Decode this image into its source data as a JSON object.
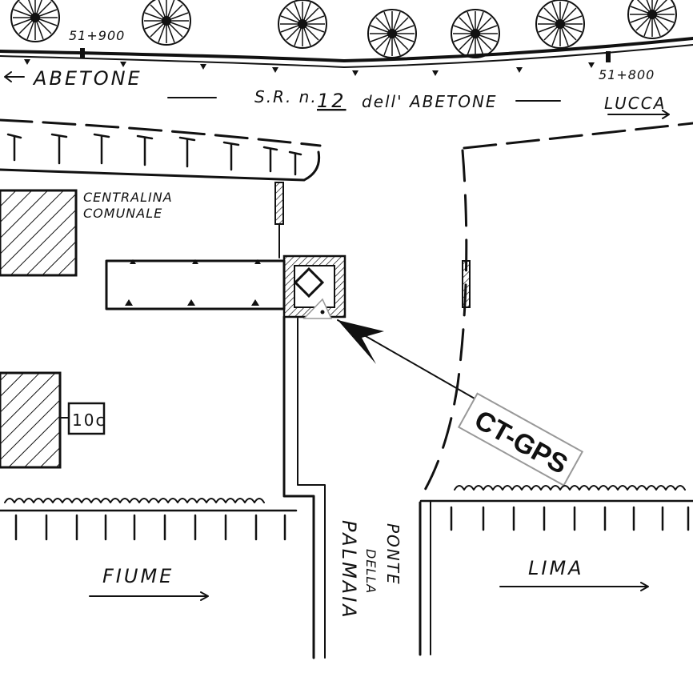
{
  "road": {
    "name_prefix": "S.R. n.",
    "name_number": "12",
    "name_suffix": "dell' ABETONE",
    "direction_west": "ABETONE",
    "direction_east": "LUCCA",
    "milestone_west": "51+900",
    "milestone_east": "51+800"
  },
  "buildings": {
    "centralina_line1": "CENTRALINA",
    "centralina_line2": "COMUNALE",
    "box_label": "10c"
  },
  "bridge": {
    "line1": "PONTE",
    "line2": "DELLA",
    "line3": "PALMAIA"
  },
  "rivers": {
    "left": "FIUME",
    "right": "LIMA"
  },
  "station": {
    "label": "CT-GPS"
  },
  "icons": {
    "tree": "tree-canopy-icon",
    "arrow": "arrow-right-icon",
    "marker": "triangle-marker-icon"
  }
}
